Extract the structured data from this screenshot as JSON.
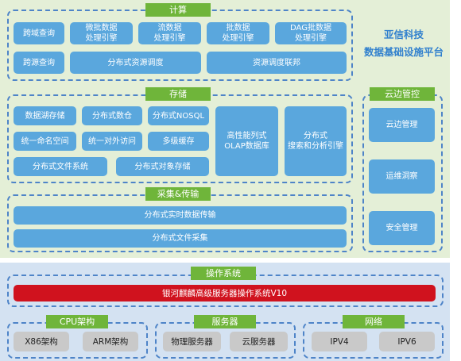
{
  "platform_title": [
    "亚信科技",
    "数据基础设施平台"
  ],
  "compute": {
    "title": "计算",
    "row1": [
      "跨域查询",
      "微批数据\n处理引擎",
      "流数据\n处理引擎",
      "批数据\n处理引擎",
      "DAG批数据\n处理引擎"
    ],
    "row2": [
      "跨源查询",
      "分布式资源调度",
      "资源调度联邦"
    ]
  },
  "storage": {
    "title": "存储",
    "grid": [
      [
        "数据湖存储",
        "分布式数仓",
        "分布式NOSQL"
      ],
      [
        "统一命名空间",
        "统一对外访问",
        "多级缓存"
      ]
    ],
    "row3": [
      "分布式文件系统",
      "分布式对象存储"
    ],
    "olap": "高性能列式\nOLAP数据库",
    "search": "分布式\n搜索和分析引擎"
  },
  "collect": {
    "title": "采集&传输",
    "items": [
      "分布式实时数据传输",
      "分布式文件采集"
    ]
  },
  "cloud_edge": {
    "title": "云边管控",
    "items": [
      "云边管理",
      "运维洞察",
      "安全管理"
    ]
  },
  "os": {
    "title": "操作系统",
    "value": "银河麒麟高级服务器操作系统V10"
  },
  "cpu": {
    "title": "CPU架构",
    "items": [
      "X86架构",
      "ARM架构"
    ]
  },
  "server": {
    "title": "服务器",
    "items": [
      "物理服务器",
      "云服务器"
    ]
  },
  "network": {
    "title": "网络",
    "items": [
      "IPV4",
      "IPV6"
    ]
  }
}
